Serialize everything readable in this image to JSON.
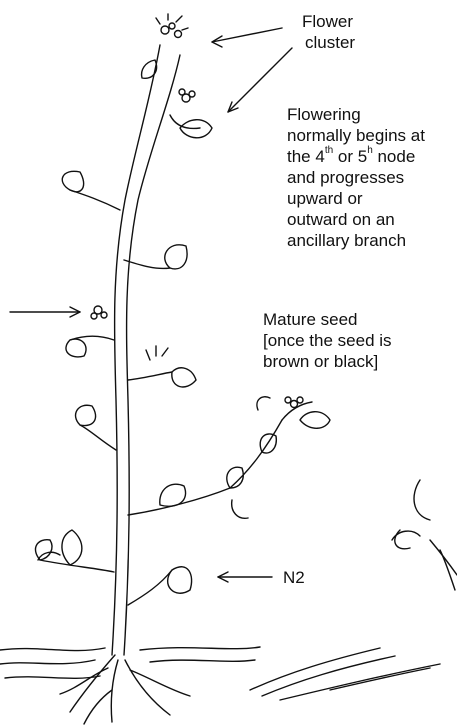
{
  "labels": {
    "flower_cluster": [
      "Flower",
      "cluster"
    ],
    "flowering": {
      "line1": "Flowering",
      "line2": "normally begins at",
      "line3_a": "the 4",
      "line3_sup1": "th",
      "line3_b": " or 5",
      "line3_sup2": "h",
      "line3_c": " node",
      "line4": "and progresses",
      "line5": "upward or",
      "line6": "outward on an",
      "line7": "ancillary branch"
    },
    "mature_seed": [
      "Mature seed",
      "[once the seed is",
      "brown or black]"
    ],
    "node": "N2"
  },
  "colors": {
    "ink": "#111111",
    "background": "#ffffff"
  }
}
